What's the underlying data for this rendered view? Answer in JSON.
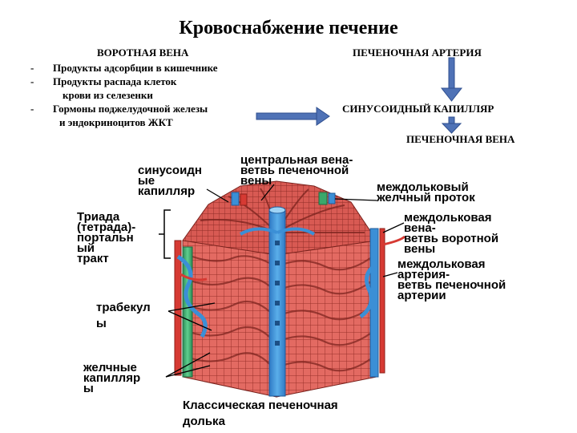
{
  "title": "Кровоснабжение печение",
  "left_header": "ВОРОТНАЯ ВЕНА",
  "left_items": [
    {
      "dash": "-",
      "text": "Продукты адсорбции в кишечнике"
    },
    {
      "dash": "-",
      "text": "Продукты распада клеток",
      "cont": "крови из селезенки"
    },
    {
      "dash": "-",
      "text": "Гормоны поджелудочной железы",
      "cont": "и эндокриноцитов ЖКТ"
    }
  ],
  "flow": {
    "artery": "ПЕЧЕНОЧНАЯ АРТЕРИЯ",
    "capillary": "СИНУСОИДНЫЙ КАПИЛЛЯР",
    "vein": "ПЕЧЕНОЧНАЯ ВЕНА"
  },
  "labels": {
    "sinusoid": [
      "синусоидн",
      "ые",
      "капилляр"
    ],
    "central_vein": [
      "центральная вена-",
      "ветвь печеночной",
      "вены"
    ],
    "bile_duct": [
      "междольковый",
      "желчный проток"
    ],
    "triad": [
      "Триада",
      "(тетрада)-",
      "портальн",
      "ый",
      "тракт"
    ],
    "interlobular_vein": [
      "междольковая",
      "вена-",
      "ветвь воротной",
      "вены"
    ],
    "interlobular_artery": [
      "междольковая",
      "артерия-",
      "ветвь печеночной",
      "артерии"
    ],
    "trabeculae": [
      "трабекул",
      "ы"
    ],
    "bile_capillaries": [
      "желчные",
      "капилляр",
      "ы"
    ],
    "lobule": [
      "Классическая печеночная",
      "долька"
    ]
  },
  "colors": {
    "arrow_blue": "#4f72b6",
    "tissue": "#e0665f",
    "tissue_dark": "#8e2b26",
    "vein_blue": "#3b8fd6",
    "artery_red": "#d63a33",
    "duct_green": "#3aa86b"
  }
}
